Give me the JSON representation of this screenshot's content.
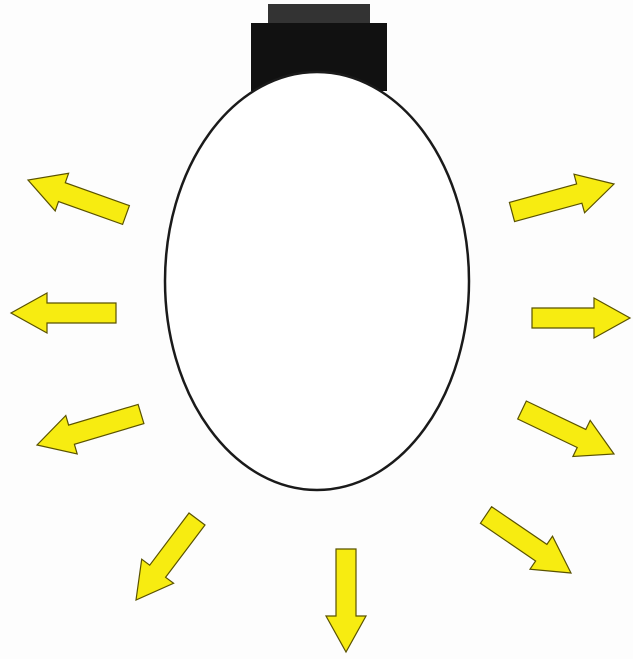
{
  "diagram": {
    "subject": "light-bulb-icon",
    "colors": {
      "background": "#fdfdfd",
      "bulb_fill": "#ffffff",
      "bulb_outline": "#1a1a1a",
      "base_dark": "#111111",
      "base_cap": "#333333",
      "ray_fill": "#f7ec11",
      "ray_outline": "#5a5200"
    },
    "rays": [
      {
        "name": "ray-up-left-icon",
        "direction": "up-left"
      },
      {
        "name": "ray-left-icon",
        "direction": "left"
      },
      {
        "name": "ray-down-left-icon",
        "direction": "down-left"
      },
      {
        "name": "ray-lower-left-icon",
        "direction": "lower-left"
      },
      {
        "name": "ray-down-icon",
        "direction": "down"
      },
      {
        "name": "ray-lower-right-icon",
        "direction": "lower-right"
      },
      {
        "name": "ray-down-right-icon",
        "direction": "down-right"
      },
      {
        "name": "ray-right-icon",
        "direction": "right"
      },
      {
        "name": "ray-up-right-icon",
        "direction": "up-right"
      }
    ]
  }
}
